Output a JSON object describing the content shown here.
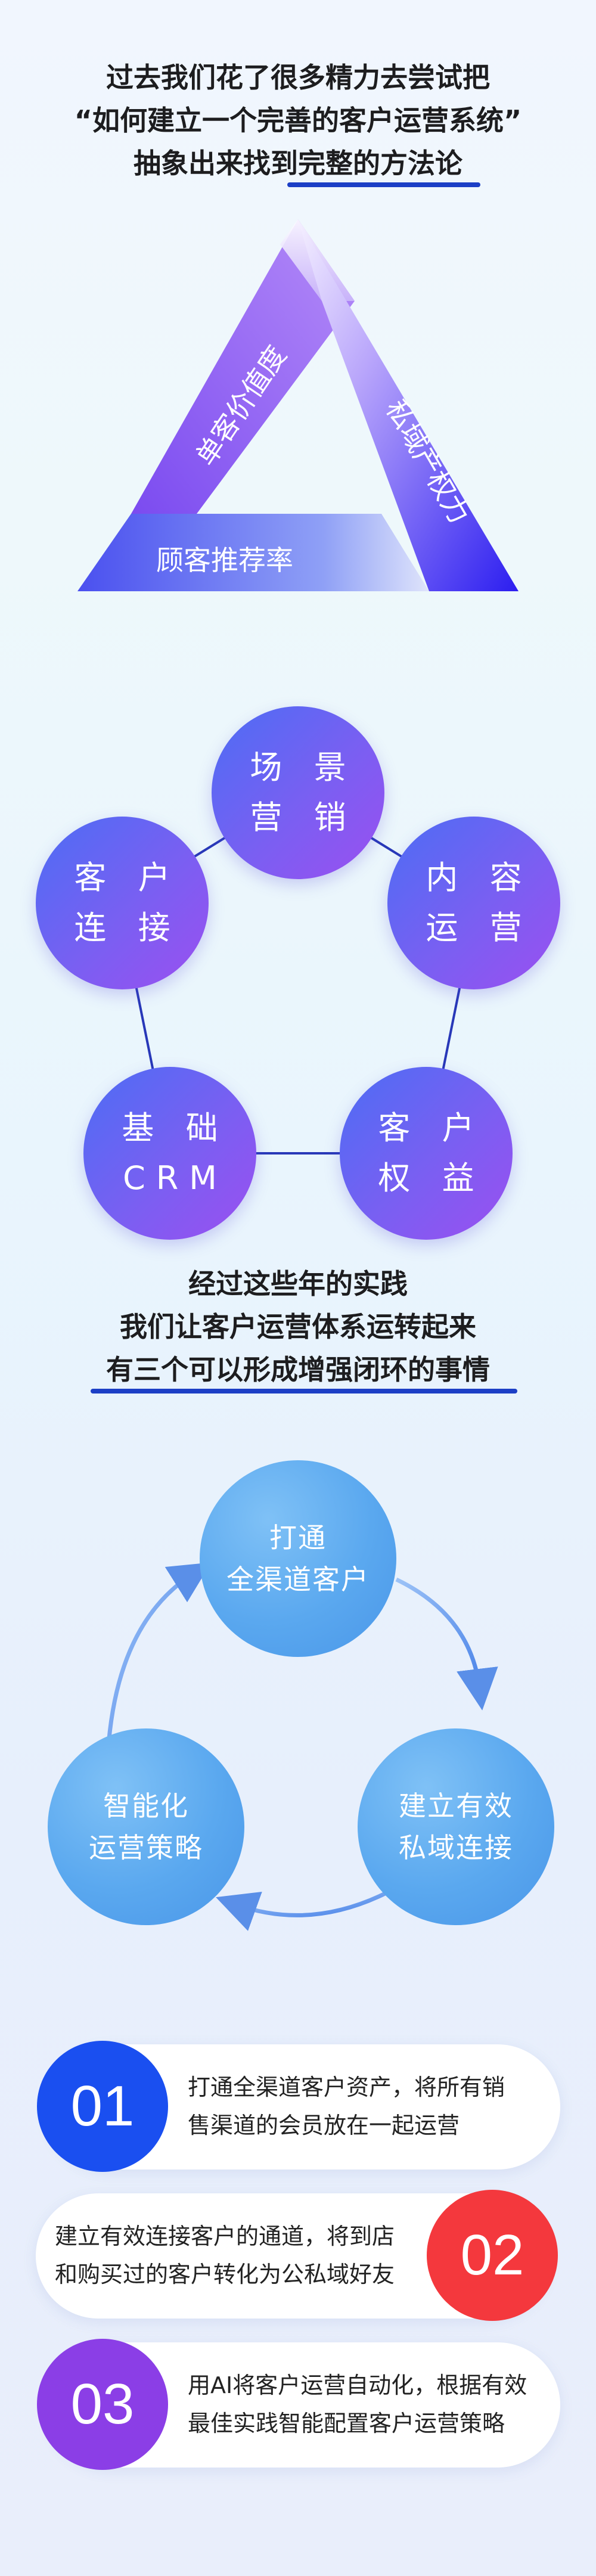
{
  "section1": {
    "heading_lines": [
      "过去我们花了很多精力去尝试把",
      "“如何建立一个完善的客户运营系统”",
      "抽象出来找到完整的方法论"
    ],
    "triangle_labels": {
      "left": "单客价值度",
      "right": "私域产权力",
      "bottom": "顾客推荐率"
    }
  },
  "pentagon": {
    "top": [
      "场 景",
      "营 销"
    ],
    "right": [
      "内 容",
      "运 营"
    ],
    "bottom_right": [
      "客 户",
      "权 益"
    ],
    "bottom_left": [
      "基 础",
      "CRM"
    ],
    "left": [
      "客 户",
      "连 接"
    ]
  },
  "section2": {
    "heading_lines": [
      "经过这些年的实践",
      "我们让客户运营体系运转起来",
      "有三个可以形成增强闭环的事情"
    ]
  },
  "cycle": {
    "top": [
      "打通",
      "全渠道客户"
    ],
    "right": [
      "建立有效",
      "私域连接"
    ],
    "left": [
      "智能化",
      "运营策略"
    ]
  },
  "items": [
    {
      "number": "01",
      "color": "#1a4ff0",
      "lines": [
        "打通全渠道客户资产，将所有销",
        "售渠道的会员放在一起运营"
      ]
    },
    {
      "number": "02",
      "color": "#f4383d",
      "lines": [
        "建立有效连接客户的通道，将到店",
        "和购买过的客户转化为公私域好友"
      ]
    },
    {
      "number": "03",
      "color": "#8b3ee6",
      "lines": [
        "用AI将客户运营自动化，根据有效",
        "最佳实践智能配置客户运营策略"
      ]
    }
  ]
}
